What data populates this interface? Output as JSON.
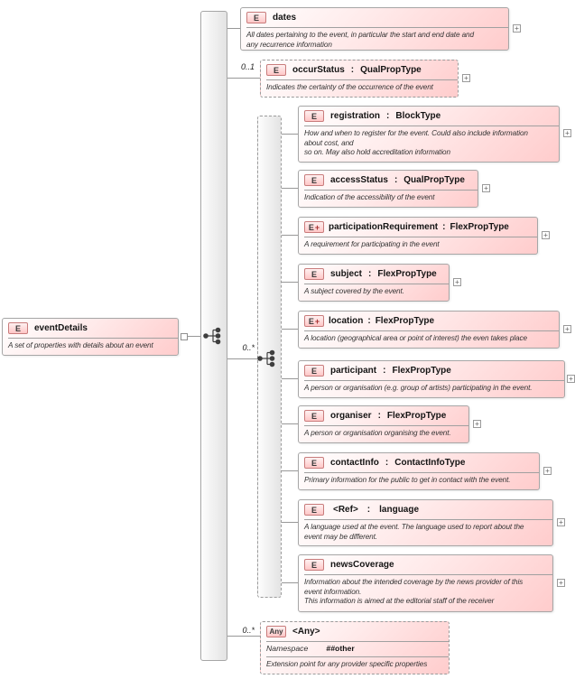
{
  "ui": {
    "colon": ":",
    "plus": "+",
    "icon_plus": "+"
  },
  "root": {
    "icon": "E",
    "name": "eventDetails",
    "desc": "A set of properties with details about an event"
  },
  "group": {
    "cardinality": "0..*"
  },
  "nodes": {
    "dates": {
      "icon": "E",
      "name": "dates",
      "desc": "All dates pertaining to the event, in particular the start and end date and\nany recurrence information"
    },
    "occurStatus": {
      "icon": "E",
      "name": "occurStatus",
      "type": "QualPropType",
      "cardinality": "0..1",
      "desc": "Indicates the certainty of the occurrence of the event"
    },
    "registration": {
      "icon": "E",
      "name": "registration",
      "type": "BlockType",
      "desc": "How and when to register for the event. Could also include information\nabout cost, and\nso on. May also hold accreditation information"
    },
    "accessStatus": {
      "icon": "E",
      "name": "accessStatus",
      "type": "QualPropType",
      "desc": "Indication of the accessibility of the event"
    },
    "participationRequirement": {
      "icon": "E",
      "name": "participationRequirement",
      "type": "FlexPropType",
      "desc": "A requirement for participating in the event"
    },
    "subject": {
      "icon": "E",
      "name": "subject",
      "type": "FlexPropType",
      "desc": "A subject covered by the event."
    },
    "location": {
      "icon": "E",
      "name": "location",
      "type": "FlexPropType",
      "desc": "A location (geographical area or point of interest) the even takes place"
    },
    "participant": {
      "icon": "E",
      "name": "participant",
      "type": "FlexPropType",
      "desc": "A person or organisation (e.g. group of artists) participating in the event."
    },
    "organiser": {
      "icon": "E",
      "name": "organiser",
      "type": "FlexPropType",
      "desc": "A person or organisation organising the event."
    },
    "contactInfo": {
      "icon": "E",
      "name": "contactInfo",
      "type": "ContactInfoType",
      "desc": "Primary information for the public to get in contact with the event."
    },
    "refLanguage": {
      "icon": "E",
      "name": "<Ref>",
      "type": "language",
      "desc": "A language used at the event. The language used to report about the\nevent may be different."
    },
    "newsCoverage": {
      "icon": "E",
      "name": "newsCoverage",
      "desc": "Information about the intended coverage by the news provider of this\nevent information.\nThis information is aimed at the editorial staff of the receiver"
    },
    "any": {
      "icon": "Any",
      "name": "<Any>",
      "cardinality": "0..*",
      "namespace_label": "Namespace",
      "namespace_value": "##other",
      "desc": "Extension point for any provider specific properties"
    }
  }
}
